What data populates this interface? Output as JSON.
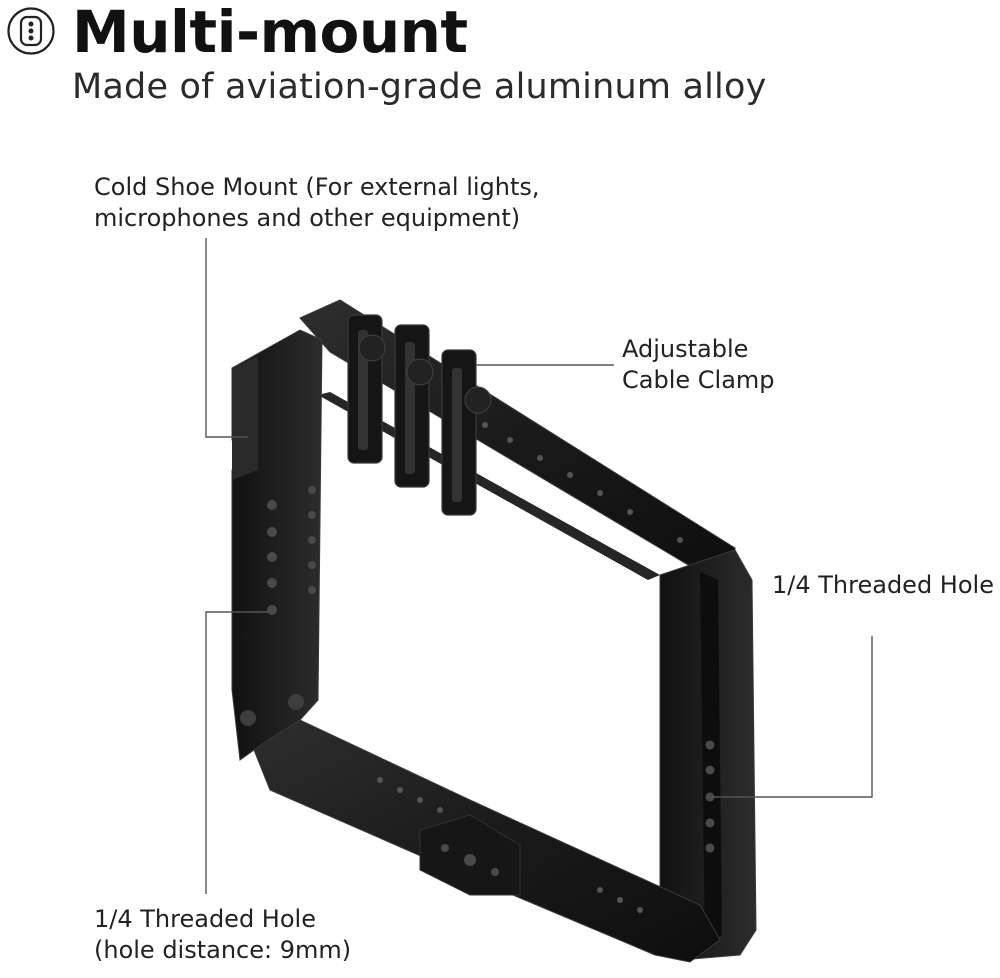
{
  "header": {
    "icon": "cage-icon",
    "title": "Multi-mount",
    "subtitle": "Made of aviation-grade aluminum alloy"
  },
  "callouts": {
    "cold_shoe": {
      "line1": "Cold Shoe Mount (For external lights,",
      "line2": "microphones and other equipment)"
    },
    "cable_clamp": {
      "line1": "Adjustable",
      "line2": "Cable Clamp"
    },
    "threaded_right": {
      "line1": "1/4 Threaded Hole"
    },
    "threaded_bottom": {
      "line1": "1/4 Threaded Hole",
      "line2": "(hole distance: 9mm)"
    }
  },
  "colors": {
    "product": "#1c1c1c",
    "product_edge": "#3a3a3a",
    "leader": "#555555"
  }
}
